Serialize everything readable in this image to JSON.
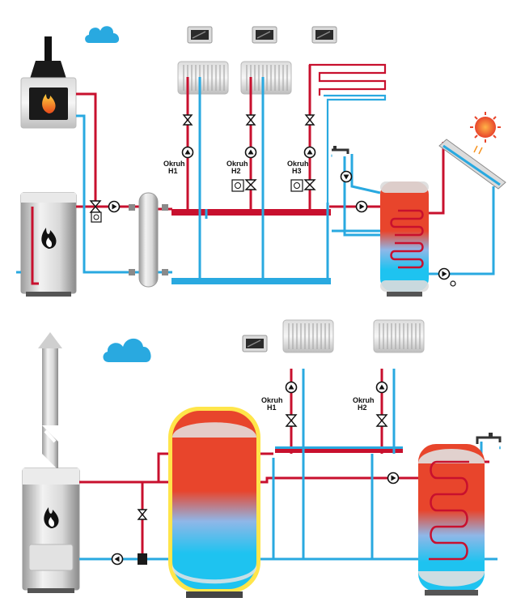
{
  "colors": {
    "hot": "#c8102e",
    "cold": "#29a9e0",
    "flame": "#f7931e",
    "cloud": "#29a9e0",
    "sun": "#e8452c"
  },
  "upper": {
    "circuits": [
      {
        "line1": "Okruh",
        "line2": "H1"
      },
      {
        "line1": "Okruh",
        "line2": "H2"
      },
      {
        "line1": "Okruh",
        "line2": "H3"
      }
    ]
  },
  "lower": {
    "circuits": [
      {
        "line1": "Okruh",
        "line2": "H1"
      },
      {
        "line1": "Okruh",
        "line2": "H2"
      }
    ]
  },
  "icons": [
    "cloud-icon",
    "flame-icon",
    "sun-icon",
    "radiator-icon",
    "thermostat-icon",
    "pump-icon",
    "valve-icon",
    "tap-icon"
  ]
}
